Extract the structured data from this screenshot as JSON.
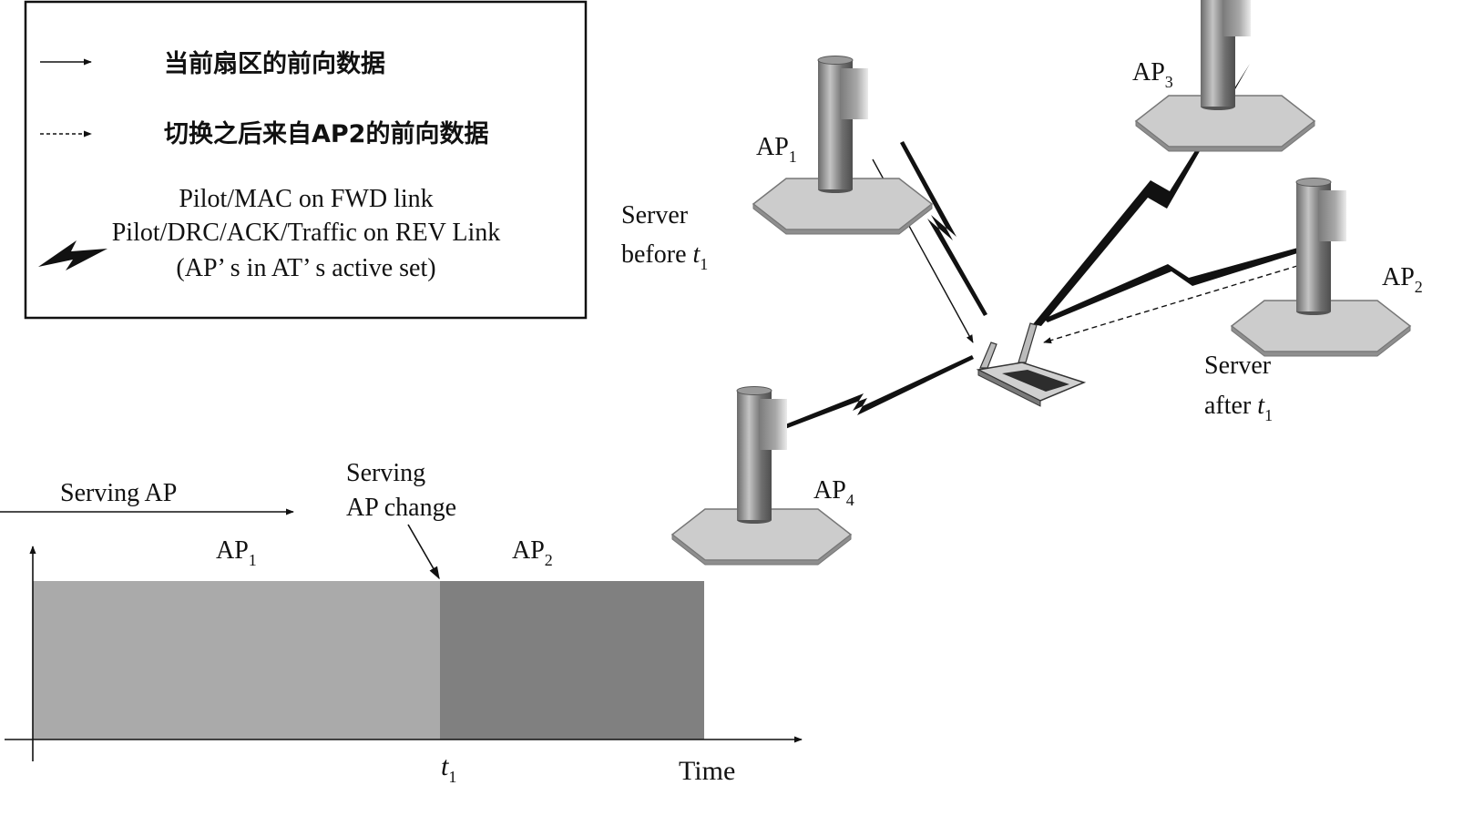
{
  "legend": {
    "forward_data_current_sector": "当前扇区的前向数据",
    "forward_data_after_handoff": "切换之后来自AP2的前向数据",
    "link_line1": "Pilot/MAC on FWD link",
    "link_line2": "Pilot/DRC/ACK/Traffic on REV Link",
    "link_line3": "(AP’ s in AT’ s active set)"
  },
  "network": {
    "ap1": {
      "base": "AP",
      "sub": "1"
    },
    "ap2": {
      "base": "AP",
      "sub": "2"
    },
    "ap3": {
      "base": "AP",
      "sub": "3"
    },
    "ap4": {
      "base": "AP",
      "sub": "4"
    },
    "server_before_line1": "Server",
    "server_before_line2": "before",
    "server_after_line1": "Server",
    "server_after_line2": "after",
    "time_symbol": "t",
    "time_subscript": "1"
  },
  "timeline": {
    "serving_ap_label": "Serving AP",
    "change_line1": "Serving",
    "change_line2": "AP change",
    "segment1_ap": "AP",
    "segment1_sub": "1",
    "segment2_ap": "AP",
    "segment2_sub": "2",
    "t_symbol": "t",
    "t_sub": "1",
    "x_axis_label": "Time",
    "segment1_color": "#aaaaaa",
    "segment2_color": "#808080"
  }
}
